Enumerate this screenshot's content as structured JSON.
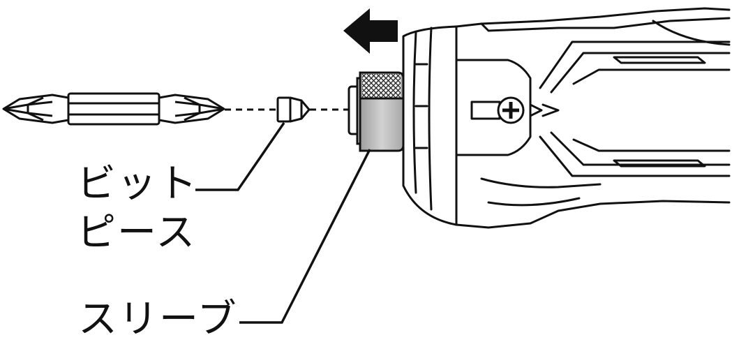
{
  "diagram": {
    "labels": {
      "bit_piece_line1": "ビット",
      "bit_piece_line2": "ピース",
      "sleeve": "スリーブ"
    },
    "colors": {
      "line": "#111111",
      "sleeve_fill": "#bdbdbd",
      "background": "#ffffff"
    },
    "icons": {
      "direction_arrow": "arrow-left-icon",
      "screw": "phillips-screw-icon"
    }
  }
}
